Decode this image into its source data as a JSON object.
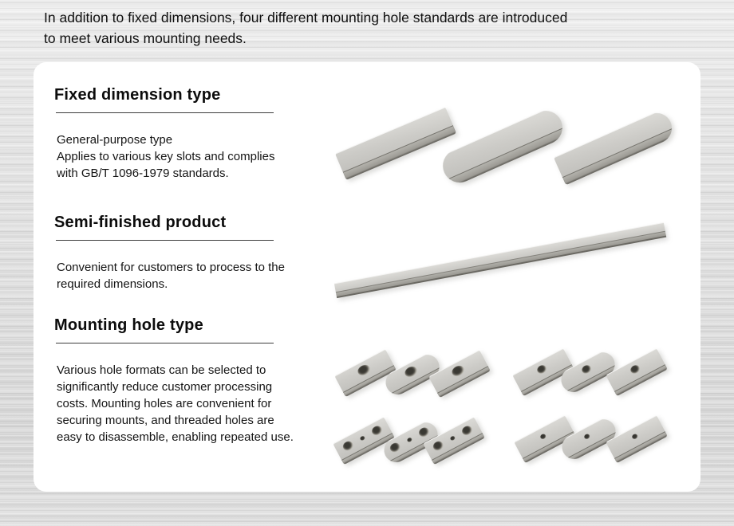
{
  "intro": {
    "lines": [
      "In addition to fixed dimensions, four different mounting hole standards are introduced",
      "to meet various mounting needs."
    ]
  },
  "sections": {
    "fixed": {
      "heading": "Fixed dimension type",
      "lines": [
        "General-purpose type",
        "Applies to various key slots and complies",
        "with GB/T 1096-1979 standards."
      ]
    },
    "semi": {
      "heading": "Semi-finished product",
      "lines": [
        "Convenient for customers to process to the",
        "required dimensions."
      ]
    },
    "mounting": {
      "heading": "Mounting hole type",
      "lines": [
        "Various hole formats can be selected to",
        "significantly reduce customer processing",
        "costs. Mounting holes are convenient for",
        "securing mounts, and threaded holes are",
        "easy to disassemble, enabling repeated use."
      ]
    }
  },
  "colors": {
    "background_metal": "#e0e0e0",
    "card": "#ffffff",
    "text": "#111111",
    "heading_rule": "#3d3d3d",
    "key_metal_light": "#dcdbd7",
    "key_metal_mid": "#c2c1bd",
    "key_metal_dark": "#918f89"
  }
}
